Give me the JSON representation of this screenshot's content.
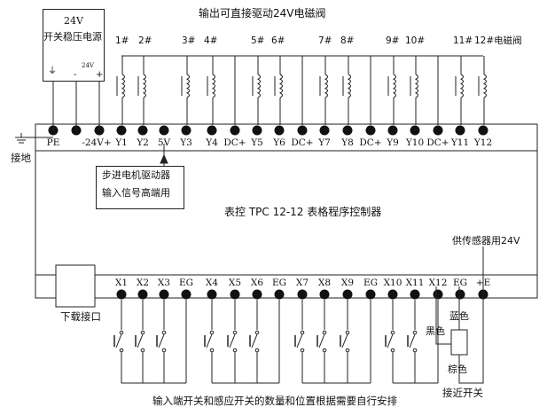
{
  "top_caption": "输出可直接驱动24V电磁阀",
  "power_supply": {
    "voltage": "24V",
    "name": "开关稳压电源",
    "pin_ground": "⏚",
    "pin_minus": "-",
    "pin_24v": "24V",
    "pin_plus": "+"
  },
  "coil_numbers": [
    "1#",
    "2#",
    "3#",
    "4#",
    "5#",
    "6#",
    "7#",
    "8#",
    "9#",
    "10#",
    "11#",
    "12#电磁阀"
  ],
  "top_terminals": [
    "PE",
    "-24V+",
    "Y1",
    "Y2",
    "5V",
    "Y3",
    "Y4",
    "DC+",
    "Y5",
    "Y6",
    "DC+",
    "Y7",
    "Y8",
    "DC+",
    "Y9",
    "Y10",
    "DC+",
    "Y11",
    "Y12"
  ],
  "ground_label": "接地",
  "stepper_note": {
    "line1": "步进电机驱动器",
    "line2": "输入信号高端用"
  },
  "controller_title": "表控 TPC 12-12 表格程序控制器",
  "sensor_power_note": "供传感器用24V",
  "bottom_terminals": [
    "X1",
    "X2",
    "X3",
    "EG",
    "X4",
    "X5",
    "X6",
    "EG",
    "X7",
    "X8",
    "X9",
    "EG",
    "X10",
    "X11",
    "X12",
    "EG",
    "+E"
  ],
  "download_port_label": "下载接口",
  "wire_labels": {
    "blue": "蓝色",
    "black": "黑色",
    "brown": "棕色"
  },
  "proximity_switch_label": "接近开关",
  "bottom_caption": "输入端开关和感应开关的数量和位置根据需要自行安排",
  "colors": {
    "line": "#222222",
    "terminal": "#111111",
    "background": "#ffffff"
  }
}
